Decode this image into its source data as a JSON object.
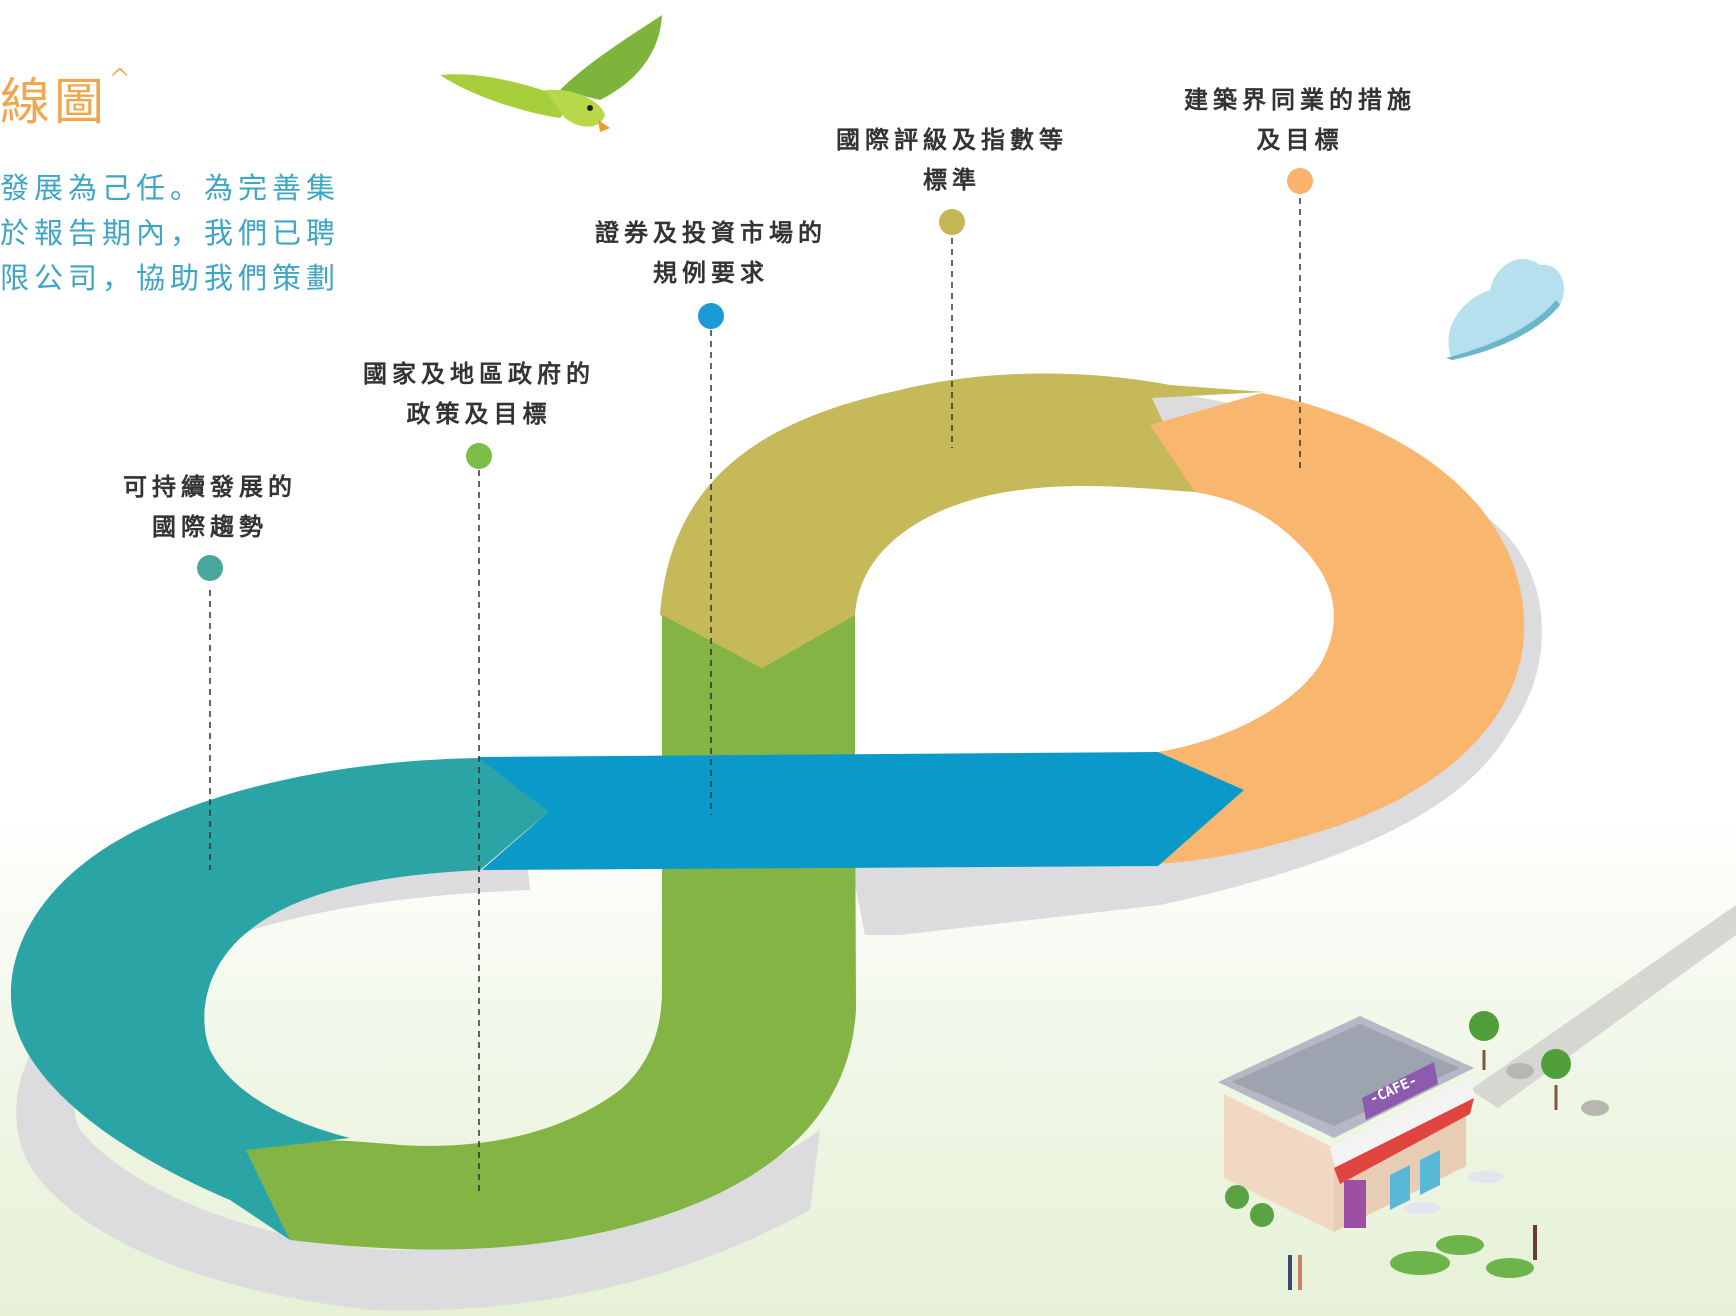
{
  "header": {
    "title_fragment": "線圖",
    "title_mark": "^",
    "intro_lines": [
      "發展為己任。為完善集",
      "於報告期內，我們已聘",
      "限公司，協助我們策劃"
    ]
  },
  "milestones": [
    {
      "line1": "可持續發展的",
      "line2": "國際趨勢",
      "color": "#4aa79d"
    },
    {
      "line1": "國家及地區政府的",
      "line2": "政策及目標",
      "color": "#7cbd45"
    },
    {
      "line1": "證券及投資市場的",
      "line2": "規例要求",
      "color": "#1a9ad6"
    },
    {
      "line1": "國際評級及指數等",
      "line2": "標準",
      "color": "#c4b654"
    },
    {
      "line1": "建築界同業的措施",
      "line2": "及目標",
      "color": "#f9b36e"
    }
  ],
  "illustration": {
    "cafe_sign": "-CAFE-"
  },
  "colors": {
    "teal": "#2aa4a5",
    "green": "#84b443",
    "blue": "#0a99c8",
    "olive": "#c5b95a",
    "orange": "#f9b66f",
    "shadow": "#dcdbdd",
    "heading": "#f0a850",
    "intro": "#3ea5c4"
  }
}
